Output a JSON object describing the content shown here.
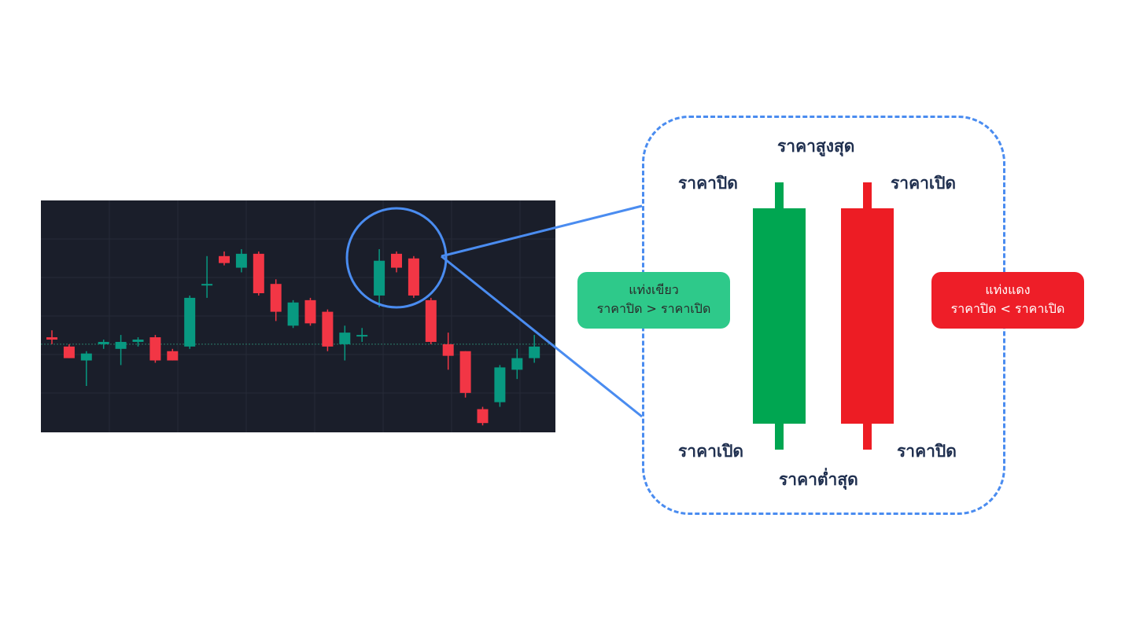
{
  "labels": {
    "high": "ราคาสูงสุด",
    "low": "ราคาต่ำสุด",
    "green_top": "ราคาปิด",
    "green_bottom": "ราคาเปิด",
    "red_top": "ราคาเปิด",
    "red_bottom": "ราคาปิด"
  },
  "legend": {
    "green": {
      "title": "แท่งเขียว",
      "rule": "ราคาปิด > ราคาเปิด"
    },
    "red": {
      "title": "แท่งแดง",
      "rule": "ราคาปิด < ราคาเปิด"
    }
  },
  "colors": {
    "bull": "#00a651",
    "bear": "#ed1c24",
    "chart_bull": "#089981",
    "chart_bear": "#f23645",
    "chart_bg": "#1a1e2a",
    "highlight": "#4a8cf0"
  },
  "chart_data": {
    "type": "candlestick",
    "series": [
      {
        "o": 3.6,
        "h": 3.9,
        "l": 3.3,
        "c": 3.5
      },
      {
        "o": 3.2,
        "h": 3.3,
        "l": 2.7,
        "c": 2.7
      },
      {
        "o": 2.6,
        "h": 3.0,
        "l": 1.5,
        "c": 2.9
      },
      {
        "o": 3.3,
        "h": 3.5,
        "l": 3.1,
        "c": 3.4
      },
      {
        "o": 3.1,
        "h": 3.7,
        "l": 2.4,
        "c": 3.4
      },
      {
        "o": 3.4,
        "h": 3.6,
        "l": 3.2,
        "c": 3.5
      },
      {
        "o": 3.6,
        "h": 3.7,
        "l": 2.5,
        "c": 2.6
      },
      {
        "o": 3.0,
        "h": 3.1,
        "l": 2.6,
        "c": 2.6
      },
      {
        "o": 3.2,
        "h": 5.4,
        "l": 3.1,
        "c": 5.3
      },
      {
        "o": 5.9,
        "h": 7.1,
        "l": 5.3,
        "c": 5.9
      },
      {
        "o": 7.1,
        "h": 7.3,
        "l": 6.7,
        "c": 6.8
      },
      {
        "o": 6.6,
        "h": 7.4,
        "l": 6.4,
        "c": 7.2
      },
      {
        "o": 7.2,
        "h": 7.3,
        "l": 5.4,
        "c": 5.5
      },
      {
        "o": 5.9,
        "h": 6.1,
        "l": 4.3,
        "c": 4.7
      },
      {
        "o": 4.1,
        "h": 5.2,
        "l": 4.0,
        "c": 5.1
      },
      {
        "o": 5.2,
        "h": 5.3,
        "l": 4.1,
        "c": 4.2
      },
      {
        "o": 4.7,
        "h": 4.8,
        "l": 3.0,
        "c": 3.2
      },
      {
        "o": 3.3,
        "h": 4.1,
        "l": 2.6,
        "c": 3.8
      },
      {
        "o": 3.7,
        "h": 4.0,
        "l": 3.4,
        "c": 3.7
      },
      {
        "o": 5.4,
        "h": 7.4,
        "l": 4.9,
        "c": 6.9
      },
      {
        "o": 7.2,
        "h": 7.3,
        "l": 6.4,
        "c": 6.6
      },
      {
        "o": 7.0,
        "h": 7.1,
        "l": 5.3,
        "c": 5.4
      },
      {
        "o": 5.2,
        "h": 5.3,
        "l": 3.3,
        "c": 3.4
      },
      {
        "o": 3.3,
        "h": 3.8,
        "l": 2.2,
        "c": 2.8
      },
      {
        "o": 3.0,
        "h": 3.0,
        "l": 1.0,
        "c": 1.2
      },
      {
        "o": 0.5,
        "h": 0.6,
        "l": -0.2,
        "c": -0.1
      },
      {
        "o": 0.8,
        "h": 2.4,
        "l": 0.6,
        "c": 2.3
      },
      {
        "o": 2.2,
        "h": 3.1,
        "l": 1.8,
        "c": 2.7
      },
      {
        "o": 2.7,
        "h": 3.7,
        "l": 2.5,
        "c": 3.2
      }
    ],
    "ylim": [
      -0.5,
      9.5
    ],
    "reference_line": 3.3,
    "highlight_indices": [
      19,
      20,
      21
    ]
  }
}
